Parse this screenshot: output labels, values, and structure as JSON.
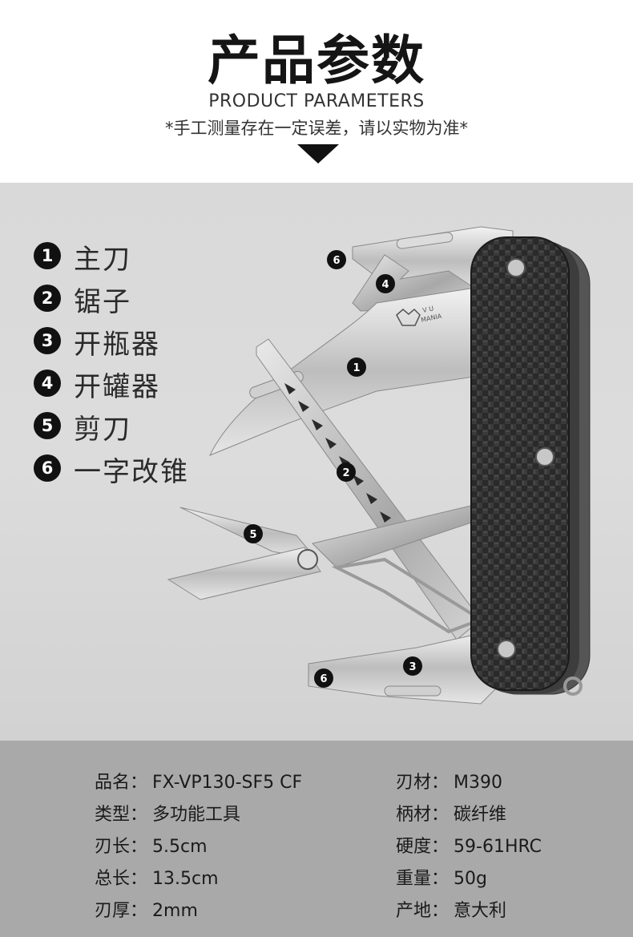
{
  "header": {
    "title": "产品参数",
    "subtitle_en": "PRODUCT PARAMETERS",
    "subtitle_cn": "*手工测量存在一定误差，请以实物为准*"
  },
  "tools": [
    {
      "num": "1",
      "name": "主刀"
    },
    {
      "num": "2",
      "name": "锯子"
    },
    {
      "num": "3",
      "name": "开瓶器"
    },
    {
      "num": "4",
      "name": "开罐器"
    },
    {
      "num": "5",
      "name": "剪刀"
    },
    {
      "num": "6",
      "name": "一字改锥"
    }
  ],
  "callouts": {
    "c6_top": "6",
    "c4": "4",
    "c1": "1",
    "c2": "2",
    "c5": "5",
    "c3": "3",
    "c6_bottom": "6"
  },
  "logo_text": {
    "line1": "V U",
    "line2": "MANIA"
  },
  "specs": {
    "left": [
      {
        "key": "品名：",
        "value": "FX-VP130-SF5 CF"
      },
      {
        "key": "类型：",
        "value": "多功能工具"
      },
      {
        "key": "刃长：",
        "value": "5.5cm"
      },
      {
        "key": "总长：",
        "value": "13.5cm"
      },
      {
        "key": "刃厚：",
        "value": "2mm"
      }
    ],
    "right": [
      {
        "key": "刃材：",
        "value": "M390"
      },
      {
        "key": "柄材：",
        "value": "碳纤维"
      },
      {
        "key": "硬度：",
        "value": "59-61HRC"
      },
      {
        "key": "重量：",
        "value": "50g"
      },
      {
        "key": "产地：",
        "value": "意大利"
      }
    ]
  },
  "colors": {
    "product_bg": "#d9d9d9",
    "spec_bg": "#a9a9a9",
    "badge": "#111111",
    "handle": "#2b2b2b"
  }
}
